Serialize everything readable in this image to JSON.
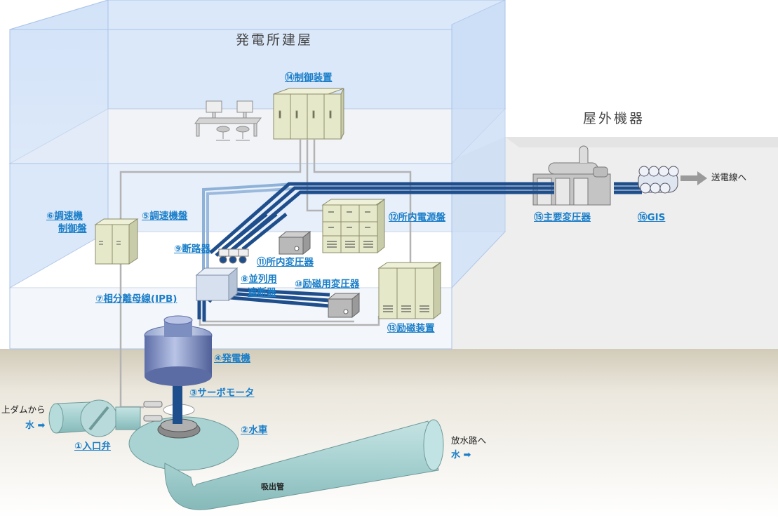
{
  "titles": {
    "building": "発電所建屋",
    "outdoor": "屋外機器"
  },
  "components": {
    "inlet_valve": "①入口弁",
    "turbine": "②水車",
    "servo_motor": "③サーボモータ",
    "generator": "④発電機",
    "governor_panel": "⑤調速機盤",
    "governor_control_panel_line1": "⑥調速機",
    "governor_control_panel_line2": "制御盤",
    "ipb": "⑦相分離母線(IPB)",
    "parallel_breaker_line1": "⑧並列用",
    "parallel_breaker_line2": "遮断器",
    "breaker": "⑨断路器",
    "excitation_transformer": "⑩励磁用変圧器",
    "station_transformer": "⑪所内変圧器",
    "station_power_panel": "⑫所内電源盤",
    "excitation_system": "⑬励磁装置",
    "control_system": "⑭制御装置",
    "main_transformer": "⑮主要変圧器",
    "gis": "⑯GIS"
  },
  "flow": {
    "from_dam": "上ダムから",
    "water_in": "水",
    "to_discharge": "放水路へ",
    "water_out": "水",
    "draft_tube": "吸出管",
    "to_transmission": "送電線へ"
  },
  "colors": {
    "bus_blue": "#1f4e8c",
    "label_blue": "#1a7ec8",
    "pipe_teal": "#a7d3d3",
    "building_glass": "#d9e8fb"
  }
}
